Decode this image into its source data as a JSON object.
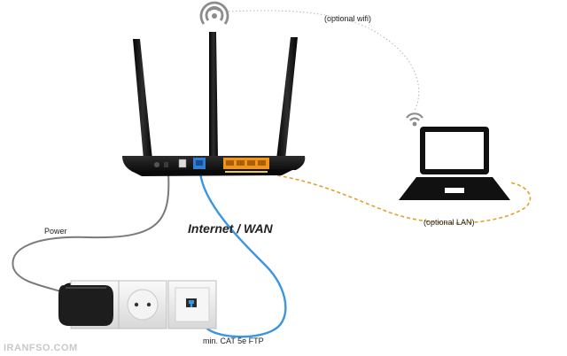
{
  "labels": {
    "optional_wifi": "(optional wifi)",
    "optional_lan": "(optional LAN)",
    "power": "Power",
    "internet_wan": "Internet / WAN",
    "cable": "min. CAT 5e FTP"
  },
  "watermark": "IRANFSO.COM",
  "colors": {
    "wan_cable": "#3a96e0",
    "lan_cable": "#e3a02a",
    "lan_ports": "#f2941c",
    "wan_port": "#2f7fd9",
    "router_body": "#161616",
    "power_cable": "#7a7a7a",
    "wifi_link": "#b5b5b5",
    "wifi_icon": "#8c8c8c"
  },
  "icons": {
    "router": "router-icon",
    "laptop": "laptop-icon",
    "wifi_top": "wifi-icon",
    "wifi_laptop": "wifi-icon",
    "power_adapter": "power-adapter-icon",
    "socket": "power-socket-icon",
    "network_socket": "network-socket-icon"
  }
}
